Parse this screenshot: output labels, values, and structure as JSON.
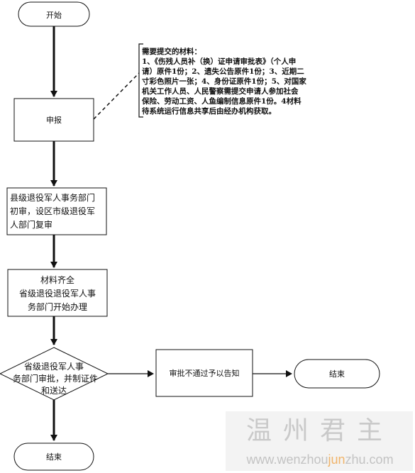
{
  "flow": {
    "start": "开始",
    "declare": "申报",
    "note": {
      "lines": [
        "需要提交的材料：",
        "1、《伤残人员补（换）证申请审批表》（个人申",
        "请）原件1份；2、遗失公告原件1份；3、近期二",
        "寸彩色照片一张；4、身份证原件1份；5、对国家",
        "机关工作人员、人民警察需提交申请人参加社会",
        "保险、劳动工资、人鱼编制信息原件1份。4材料",
        "待系统运行信息共享后由经办机构获取。"
      ]
    },
    "review": {
      "lines": [
        "县级退役军人事务部门",
        "初审，设区市级退役军",
        "人部门复审"
      ]
    },
    "process": {
      "lines": [
        "材料齐全",
        "省级退役退役军人事",
        "务部门开始办理"
      ]
    },
    "decision": {
      "lines": [
        "省级退役军人事",
        "务部门审批，并制证件",
        "和送达"
      ]
    },
    "reject": "审批不通过予以告知",
    "end_right": "结束",
    "end_bottom": "结束"
  },
  "watermark": {
    "chars": "温州君主",
    "url_pre": "www.wenzhou",
    "url_hl": "jun",
    "url_post": "zhu.com"
  }
}
